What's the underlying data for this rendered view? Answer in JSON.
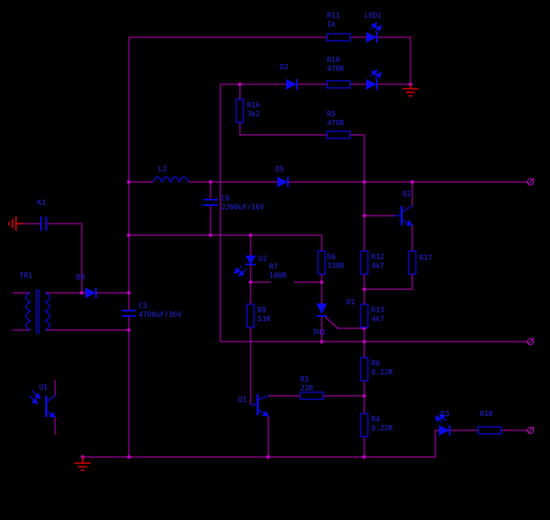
{
  "colors": {
    "background": "#000000",
    "wire": "#C000C0",
    "component": "#0B0BE8",
    "label": "#2424F0",
    "ground": "#D40000"
  },
  "components": {
    "R11": {
      "ref": "R11",
      "value": "1k"
    },
    "LED1": {
      "ref": "LED1"
    },
    "D2": {
      "ref": "D2"
    },
    "R10": {
      "ref": "R10",
      "value": "470R"
    },
    "R16": {
      "ref": "R16",
      "value": "3k2"
    },
    "R5": {
      "ref": "R5",
      "value": "470R"
    },
    "L2": {
      "ref": "L2"
    },
    "D5": {
      "ref": "D5"
    },
    "C6": {
      "ref": "C6",
      "value": "2200uF/16V"
    },
    "Q2": {
      "ref": "Q2"
    },
    "R12": {
      "ref": "R12",
      "value": "4k7"
    },
    "R17": {
      "ref": "R17"
    },
    "D6": {
      "ref": "D6",
      "value": "330R"
    },
    "U2": {
      "ref": "U2"
    },
    "R7": {
      "ref": "R7",
      "value": "100R"
    },
    "D1": {
      "ref": "D1",
      "type": "TH1"
    },
    "R13": {
      "ref": "R13",
      "value": "4k7"
    },
    "R9": {
      "ref": "R9",
      "value": "51R"
    },
    "R6": {
      "ref": "R6",
      "value": "0.22R"
    },
    "R4": {
      "ref": "R4",
      "value": "0.22R"
    },
    "R3": {
      "ref": "R3",
      "value": "22R"
    },
    "Q1": {
      "ref": "Q1"
    },
    "D3": {
      "ref": "D3"
    },
    "R18": {
      "ref": "R18"
    },
    "U1": {
      "ref": "U1"
    },
    "TR1": {
      "ref": "TR1"
    },
    "D4": {
      "ref": "D4"
    },
    "C5": {
      "ref": "C5",
      "value": "4700uF/16V"
    },
    "K1": {
      "ref": "K1"
    }
  }
}
